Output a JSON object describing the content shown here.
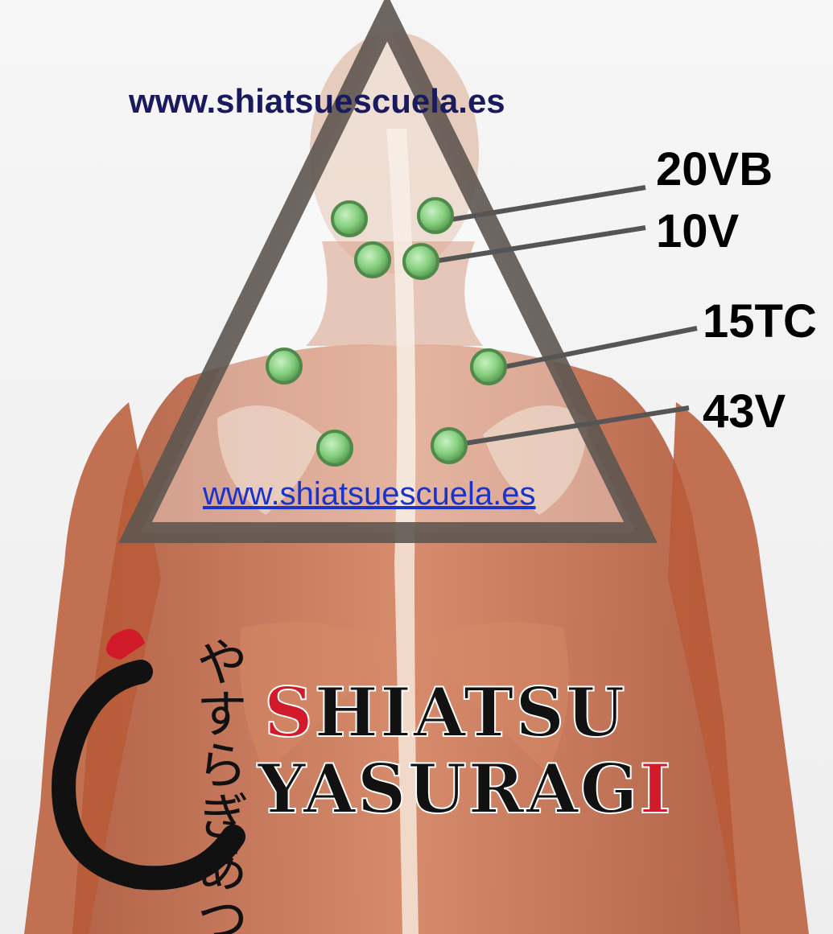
{
  "watermark_url": "www.shiatsuescuela.es",
  "link_url": "www.shiatsuescuela.es",
  "point_labels": [
    "20VB",
    "10V",
    "15TC",
    "43V"
  ],
  "logo": {
    "line1_first": "S",
    "line1_rest": "HIATSU",
    "line2_main": "YASURAG",
    "line2_last": "I",
    "japanese": "やすらぎあつ",
    "accent_color": "#d11a2a"
  },
  "colors": {
    "point_fill": "#8fd48a",
    "triangle": "#5e5650",
    "muscle": "#c0623f"
  }
}
